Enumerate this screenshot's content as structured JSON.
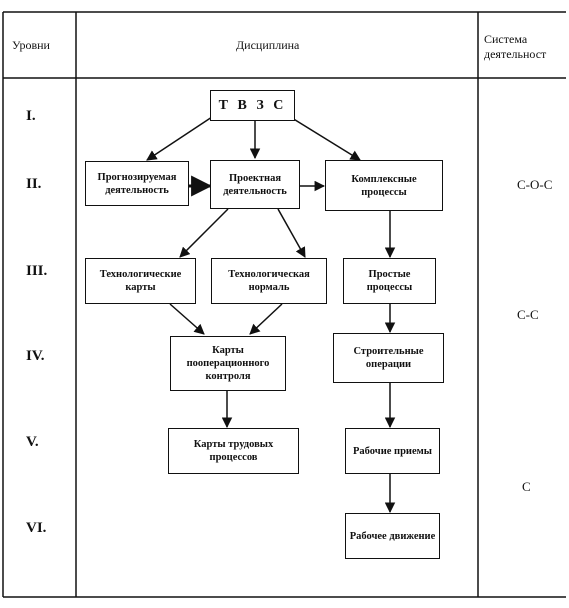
{
  "header": {
    "levels": "Уровни",
    "discipline": "Дисциплина",
    "system": "Система деятельност"
  },
  "levels": [
    "I.",
    "II.",
    "III.",
    "IV.",
    "V.",
    "VI."
  ],
  "boxes": {
    "tvzs": "Т В З С",
    "forecast": "Прогнозируемая деятельность",
    "design": "Проектная деятельность",
    "complex": "Комплексные процессы",
    "tech_cards": "Технологические карты",
    "tech_norm": "Технологическая нормаль",
    "simple": "Простые процессы",
    "op_control": "Карты пооперационного контроля",
    "construction_ops": "Строительные операции",
    "labor_cards": "Карты трудовых процессов",
    "work_methods": "Рабочие приемы",
    "work_motion": "Рабочее движение"
  },
  "system": {
    "s1": "С-О-С",
    "s2": "С-С",
    "s3": "С"
  }
}
